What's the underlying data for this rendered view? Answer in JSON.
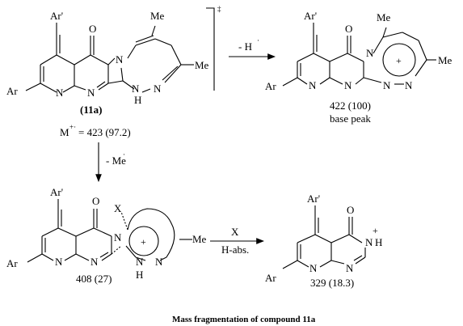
{
  "caption": "Mass fragmentation of compound 11a",
  "compounds": {
    "start": {
      "label": "(11a)",
      "ion": "M",
      "ion_sup": "+·",
      "mz": "= 423 (97.2)",
      "subs": {
        "ar_top": "Ar'",
        "ar_left": "Ar",
        "oxo": "O",
        "me1": "Me",
        "me2": "Me",
        "nh": "H"
      }
    },
    "p422": {
      "mz": "422 (100)",
      "note": "base peak",
      "subs": {
        "ar_top": "Ar'",
        "ar_left": "Ar",
        "oxo": "O",
        "me1": "Me",
        "me2": "Me",
        "plus": "+"
      }
    },
    "p408": {
      "mz": "408 (27)",
      "subs": {
        "ar_top": "Ar'",
        "ar_left": "Ar",
        "oxo": "O",
        "me": "Me",
        "x": "X",
        "plus": "+",
        "nh": "H"
      }
    },
    "p329": {
      "mz": "329 (18.3)",
      "subs": {
        "ar_top": "Ar'",
        "ar_left": "Ar",
        "oxo": "O",
        "nh": "H",
        "plus": "+"
      }
    }
  },
  "atom_n": "N",
  "arrows": {
    "minus_h": "- H",
    "minus_me": "- Me",
    "x_label": "X",
    "h_abs": "H-abs."
  },
  "radical_mark": "·",
  "bracket_mark": "‡"
}
